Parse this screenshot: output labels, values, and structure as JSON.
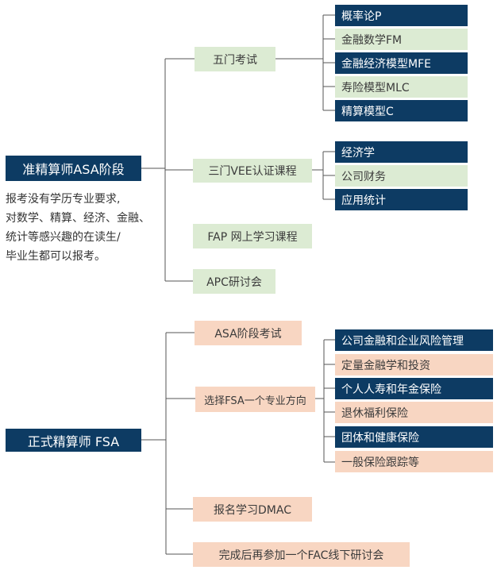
{
  "asa": {
    "title": "准精算师ASA阶段",
    "note_lines": [
      "报考没有学历专业要求,",
      "对数学、精算、经济、金融、",
      "统计等感兴趣的在读生/",
      "毕业生都可以报考。"
    ],
    "five_exams": {
      "label": "五门考试",
      "items": [
        "概率论P",
        "金融数学FM",
        "金融经济模型MFE",
        "寿险模型MLC",
        "精算模型C"
      ]
    },
    "vee": {
      "label": "三门VEE认证课程",
      "items": [
        "经济学",
        "公司财务",
        "应用统计"
      ]
    },
    "fap": "FAP 网上学习课程",
    "apc": "APC研讨会"
  },
  "fsa": {
    "title": "正式精算师 FSA",
    "asa_exam": "ASA阶段考试",
    "track": {
      "label": "选择FSA一个专业方向",
      "items": [
        "公司金融和企业风险管理",
        "定量金融学和投资",
        "个人人寿和年金保险",
        "退休福利保险",
        "团体和健康保险",
        "一般保险跟踪等"
      ]
    },
    "dmac": "报名学习DMAC",
    "fac": "完成后再参加一个FAC线下研讨会"
  },
  "colors": {
    "navy": "#0d3b63",
    "green": "#dcebd3",
    "peach": "#f8d6c2",
    "line": "#555555"
  }
}
